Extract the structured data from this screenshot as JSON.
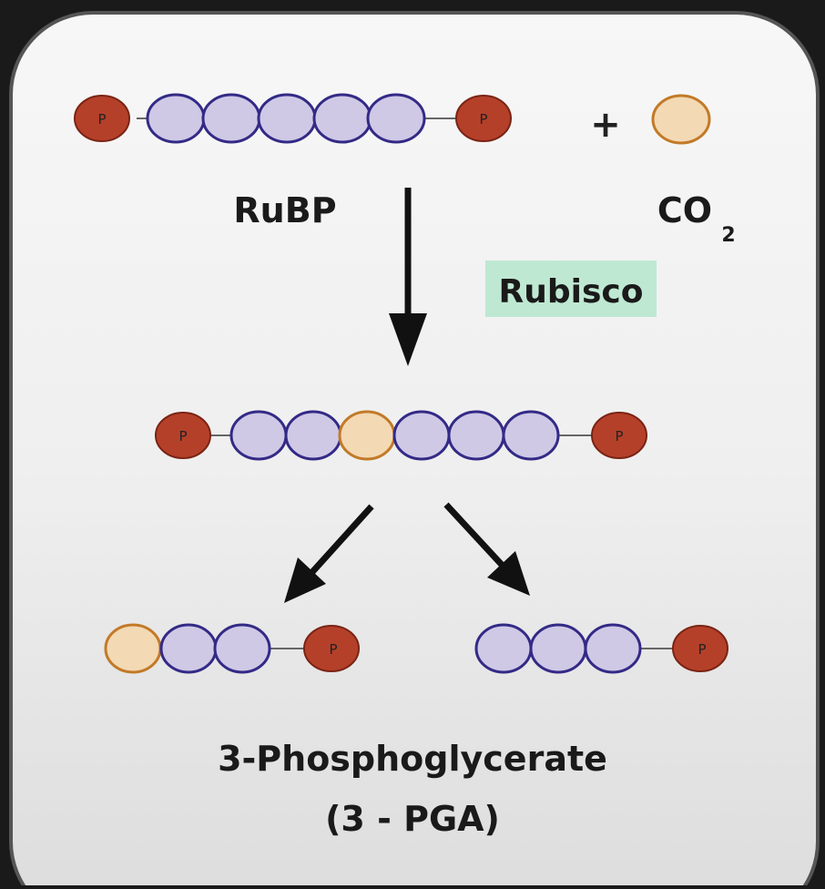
{
  "phosphate_symbol": "P",
  "labels": {
    "rubp": "RuBP",
    "plus": "+",
    "co2_main": "CO",
    "co2_sub": "2",
    "enzyme": "Rubisco",
    "product_line1": "3-Phosphoglycerate",
    "product_line2": "(3 - PGA)"
  },
  "colors": {
    "phosphate": "#b5402a",
    "carbon_fill": "#cfc9e6",
    "carbon_stroke": "#332a86",
    "co2_fill": "#f3d9b4",
    "co2_stroke": "#c27a28",
    "enzyme_highlight": "#bfe8d3",
    "panel_border": "#555555"
  }
}
